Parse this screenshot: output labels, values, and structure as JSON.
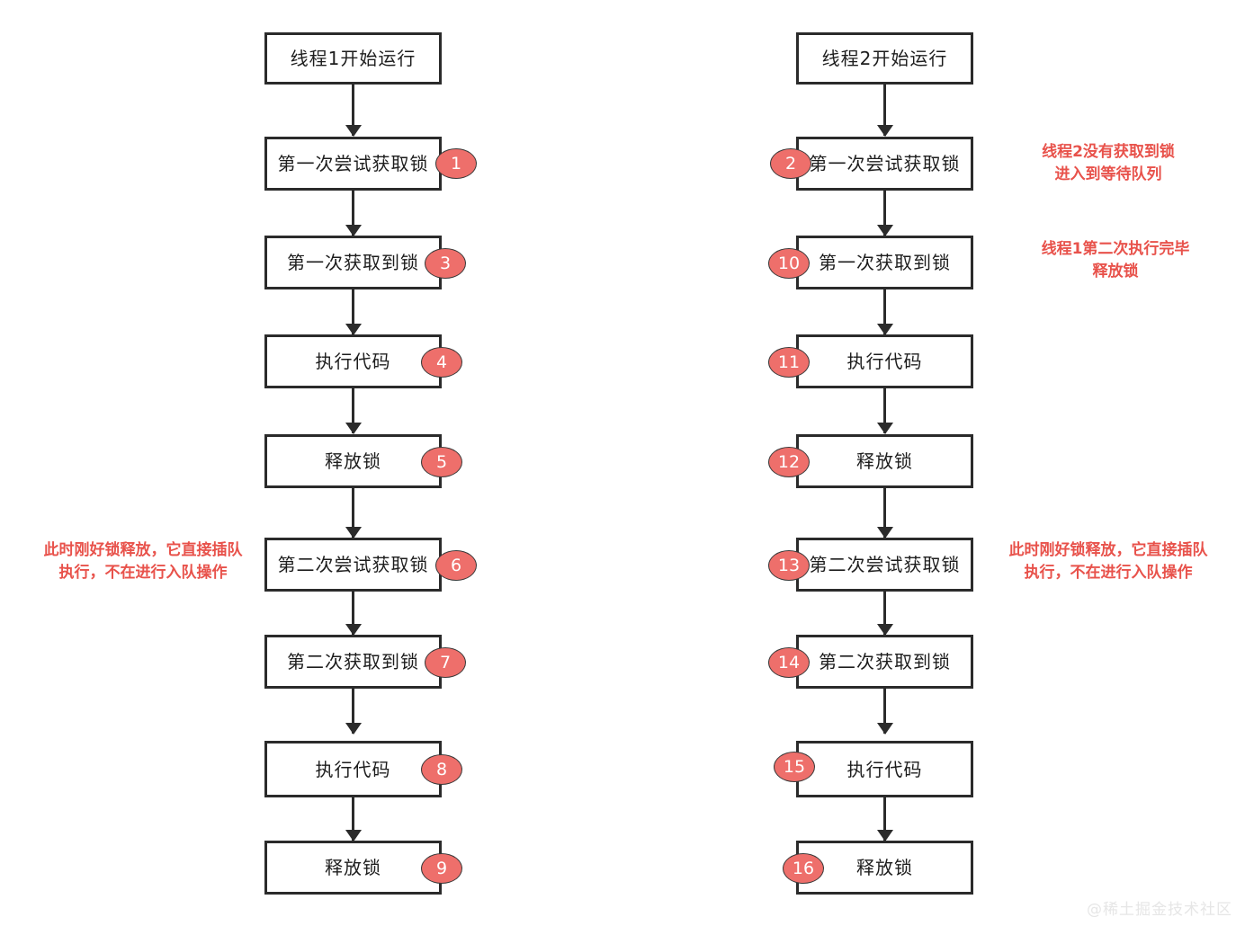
{
  "diagram": {
    "title": "ReentrantLock reentrant flow of two threads",
    "accent_color": "#ee6f6b",
    "note_color": "#e8524b",
    "box_border_color": "#2b2b2b",
    "watermark": "@稀土掘金技术社区"
  },
  "columns": [
    {
      "id": "thread1",
      "badge_side": "right",
      "nodes": [
        {
          "label": "线程1开始运行",
          "badge": null
        },
        {
          "label": "第一次尝试获取锁",
          "badge": "1"
        },
        {
          "label": "第一次获取到锁",
          "badge": "3"
        },
        {
          "label": "执行代码",
          "badge": "4"
        },
        {
          "label": "释放锁",
          "badge": "5"
        },
        {
          "label": "第二次尝试获取锁",
          "badge": "6"
        },
        {
          "label": "第二次获取到锁",
          "badge": "7"
        },
        {
          "label": "执行代码",
          "badge": "8"
        },
        {
          "label": "释放锁",
          "badge": "9"
        }
      ],
      "notes": [
        {
          "text": "此时刚好锁释放，它直接插队\n执行，不在进行入队操作",
          "node_index": 5
        }
      ]
    },
    {
      "id": "thread2",
      "badge_side": "left",
      "nodes": [
        {
          "label": "线程2开始运行",
          "badge": null
        },
        {
          "label": "第一次尝试获取锁",
          "badge": "2"
        },
        {
          "label": "第一次获取到锁",
          "badge": "10"
        },
        {
          "label": "执行代码",
          "badge": "11"
        },
        {
          "label": "释放锁",
          "badge": "12"
        },
        {
          "label": "第二次尝试获取锁",
          "badge": "13"
        },
        {
          "label": "第二次获取到锁",
          "badge": "14"
        },
        {
          "label": "执行代码",
          "badge": "15"
        },
        {
          "label": "释放锁",
          "badge": "16"
        }
      ],
      "notes": [
        {
          "text": "线程2没有获取到锁\n进入到等待队列",
          "node_index": 1
        },
        {
          "text": "线程1第二次执行完毕\n释放锁",
          "node_index": 2
        },
        {
          "text": "此时刚好锁释放，它直接插队\n执行，不在进行入队操作",
          "node_index": 5
        }
      ]
    }
  ]
}
